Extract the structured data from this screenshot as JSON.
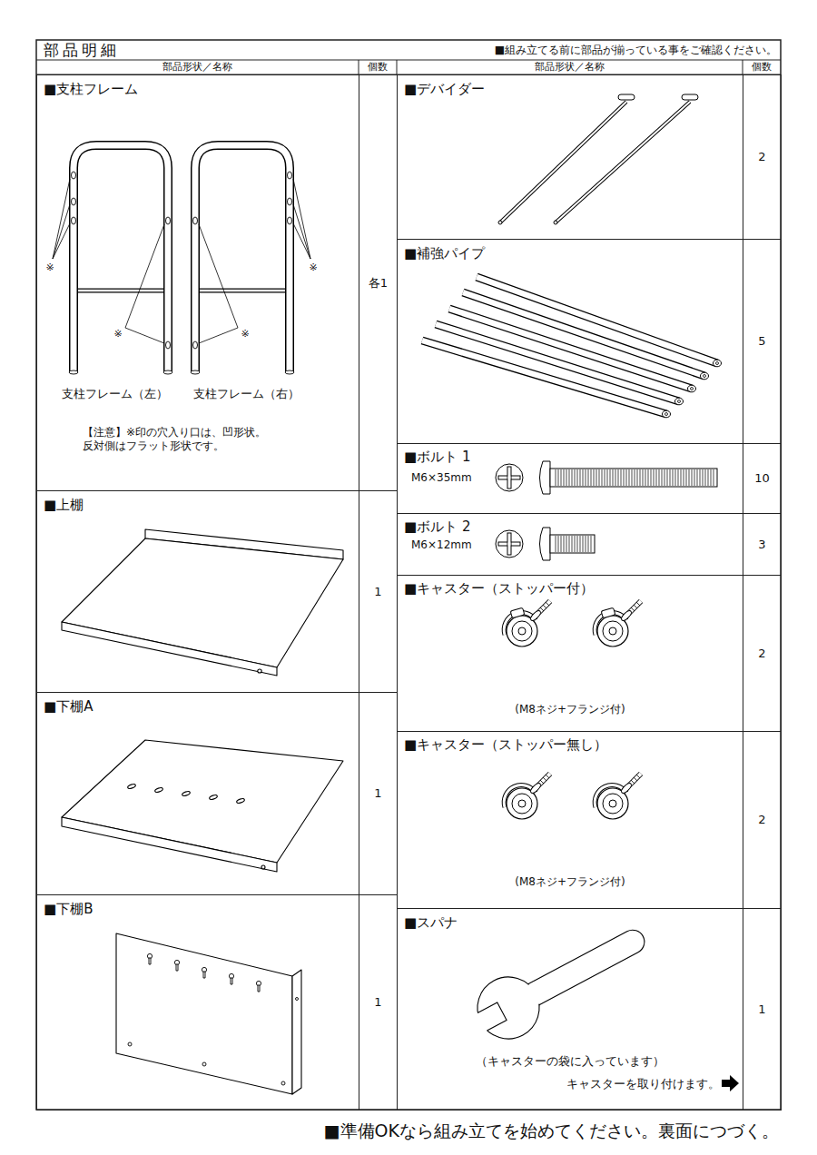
{
  "diagram": {
    "title": "部品明細",
    "nodes": [
      {
        "text": [
          "■支柱フレーム",
          "支柱フレーム（左）",
          "支柱フレーム（右）",
          "【注意】※印の穴入り口は、凹形状。 反対側はフラット形状です。"
        ]
      },
      {
        "text": [
          "各1"
        ]
      },
      {
        "text": [
          "■上棚"
        ]
      },
      {
        "text": [
          "1"
        ]
      },
      {
        "text": [
          "■下棚A"
        ]
      },
      {
        "text": [
          "1"
        ]
      },
      {
        "text": [
          "■下棚B"
        ]
      },
      {
        "text": [
          "1"
        ]
      },
      {
        "text": [
          "■デバイダー"
        ]
      },
      {
        "text": [
          "2"
        ]
      },
      {
        "text": [
          "■補強パイプ"
        ]
      },
      {
        "text": [
          "5"
        ]
      },
      {
        "text": [
          "■ボルト 1",
          "M6×35mm"
        ]
      },
      {
        "text": [
          "10"
        ]
      },
      {
        "text": [
          "■ボルト 2",
          "M6×12mm"
        ]
      },
      {
        "text": [
          "3"
        ]
      },
      {
        "text": [
          "■キャスター（ストッパー付）",
          "(M8ネジ+フランジ付)"
        ]
      },
      {
        "text": [
          "2"
        ]
      },
      {
        "text": [
          "■キャスター（ストッパー無し）",
          "(M8ネジ+フランジ付)"
        ]
      },
      {
        "text": [
          "2"
        ]
      },
      {
        "text": [
          "■スパナ",
          "（キャスターの袋に入っています）",
          "キャスターを取り付けます。"
        ]
      },
      {
        "text": [
          "1"
        ]
      }
    ],
    "labels": [
      "■組み立てる前に部品が揃っている事をご確認ください。",
      "部品形状／名称",
      "個数",
      "部品形状／名称",
      "個数",
      "※",
      "※",
      "※",
      "※",
      "■準備OKなら組み立てを始めてください。裏面につづく。"
    ]
  }
}
